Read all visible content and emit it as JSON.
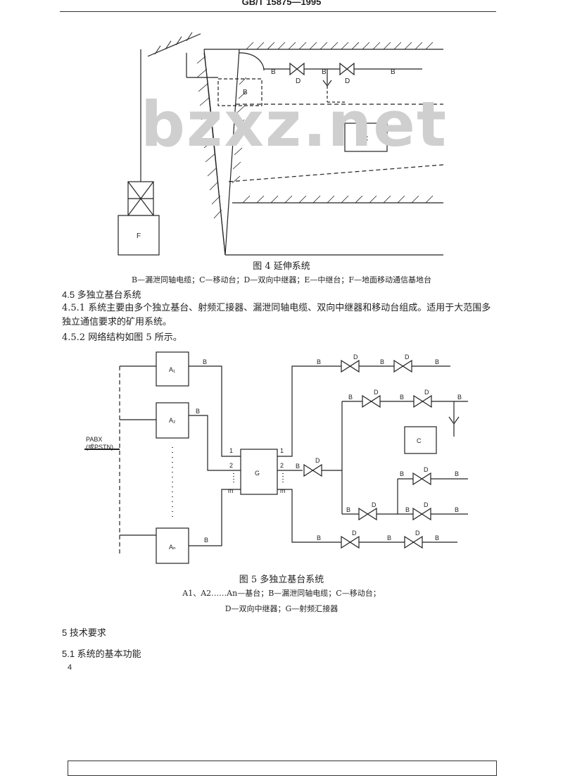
{
  "header": {
    "standard": "GB/T 15875—1995"
  },
  "watermark": {
    "text": "bzxz.net"
  },
  "figure4": {
    "caption": "图 4  延伸系统",
    "legend": "B—漏泄同轴电缆；C—移动台；D—双向中继器；E—中继台；F—地面移动通信基地台",
    "labels": {
      "B": "B",
      "C": "C",
      "D": "D",
      "F": "F"
    }
  },
  "sections": {
    "s45_title": "4.5  多独立基台系统",
    "s451_text": "4.5.1  系统主要由多个独立基台、射频汇接器、漏泄同轴电缆、双向中继器和移动台组成。适用于大范围多独立通信要求的矿用系统。",
    "s452_text": "4.5.2  网络结构如图 5 所示。",
    "s5_title": "5  技术要求",
    "s51_title": "5.1  系统的基本功能"
  },
  "figure5": {
    "caption": "图 5  多独立基台系统",
    "legend_line1": "A1、A2……An—基台；B—漏泄同轴电缆；C—移动台；",
    "legend_line2": "D—双向中继器；G—射频汇接器",
    "pabx": "PABX",
    "pabx_sub": "(或PSTN)",
    "labels": {
      "A1": "A₁",
      "A2": "A₂",
      "An": "Aₙ",
      "G": "G",
      "C": "C",
      "B": "B",
      "D": "D",
      "p1": "1",
      "p2": "2",
      "pm": "m"
    }
  },
  "page_number": "4"
}
